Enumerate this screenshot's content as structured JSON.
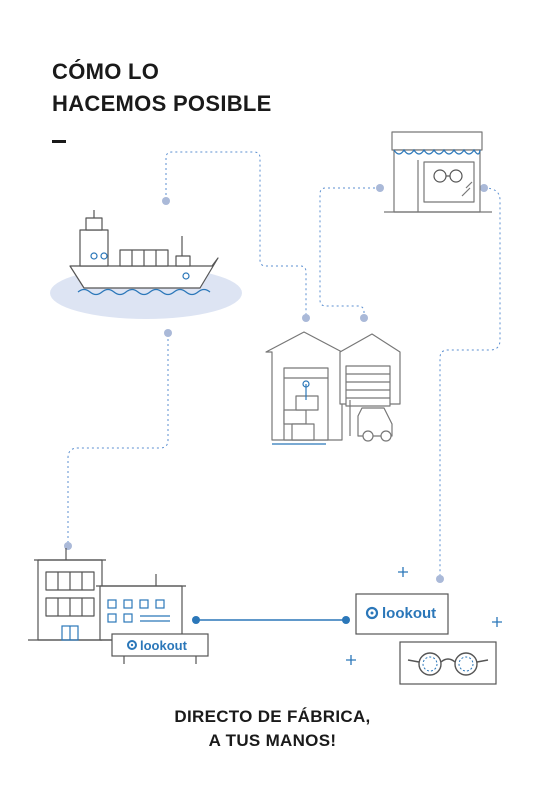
{
  "heading": {
    "line1": "CÓMO LO",
    "line2": "HACEMOS POSIBLE"
  },
  "brand": {
    "name": "lookout",
    "color": "#2b77b9"
  },
  "tagline": {
    "line1": "DIRECTO DE FÁBRICA,",
    "line2": "A TUS MANOS!"
  },
  "colors": {
    "line": "#555555",
    "accent": "#2b77b9",
    "dot": "#aab9d8",
    "water": "#dde4f3"
  },
  "icons": [
    "ship-icon",
    "warehouse-icon",
    "store-icon",
    "factory-icon",
    "lookout-box-icon",
    "glasses-box-icon"
  ]
}
